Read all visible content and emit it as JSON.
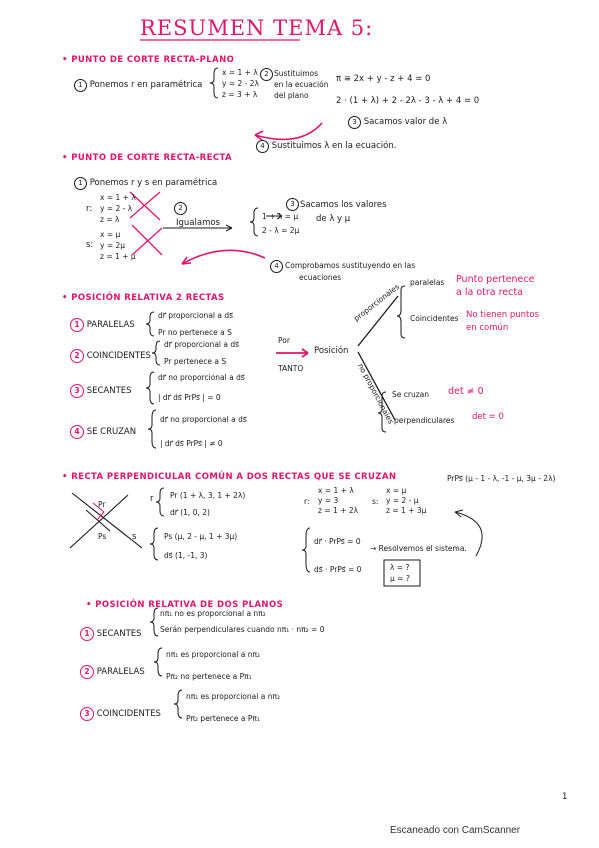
{
  "title": "RESUMEN TEMA 5:",
  "s1": {
    "heading": "PUNTO DE CORTE RECTA-PLANO",
    "n1": "1",
    "step1": "Ponemos r en paramétrica",
    "param": [
      "x = 1 + λ",
      "y = 2 - 2λ",
      "z = 3 + λ"
    ],
    "n2": "2",
    "step2": [
      "Sustituimos",
      "en la ecuación",
      "del plano"
    ],
    "eq1": "π ≡ 2x + y - z + 4 = 0",
    "eq2": "2 · (1 + λ) + 2 - 2λ - 3 - λ + 4 = 0",
    "n3": "3",
    "step3": "Sacamos valor de λ",
    "n4": "4",
    "step4": "Sustituimos λ en la ecuación."
  },
  "s2": {
    "heading": "PUNTO DE CORTE RECTA-RECTA",
    "n1": "1",
    "step1": "Ponemos r y s en paramétrica",
    "r_label": "r:",
    "r": [
      "x = 1 + λ",
      "y = 2 - λ",
      "z = λ"
    ],
    "s_label": "s:",
    "s": [
      "x = μ",
      "y = 2μ",
      "z = 1 + μ"
    ],
    "n2": "2",
    "step2": "Igualamos",
    "sys": [
      "1 + λ = μ",
      "2 - λ = 2μ"
    ],
    "n3": "3",
    "step3": [
      "Sacamos los valores",
      "de λ y μ"
    ],
    "n4": "4",
    "step4": [
      "Comprobamos sustituyendo en las",
      "ecuaciones"
    ]
  },
  "s3": {
    "heading": "POSICIÓN RELATIVA 2 RECTAS",
    "items": [
      {
        "n": "1",
        "name": "PARALELAS",
        "l1": "dr⃗ proporcional a ds⃗",
        "l2": "Pr no pertenece a S"
      },
      {
        "n": "2",
        "name": "COINCIDENTES",
        "l1": "dr⃗ proporcional a ds⃗",
        "l2": "Pr pertenece a S"
      },
      {
        "n": "3",
        "name": "SECANTES",
        "l1": "dr⃗ no proporcional a ds⃗",
        "l2": "| dr⃗ ds⃗ PrPs⃗ | = 0"
      },
      {
        "n": "4",
        "name": "SE CRUZAN",
        "l1": "dr⃗ no proporcional a ds⃗",
        "l2": "| dr⃗ ds⃗ PrPs⃗ | ≠ 0"
      }
    ],
    "por": "Por",
    "tanto": "TANTO",
    "posicion": "Posición",
    "proporcionales": "proporcionales",
    "no_proporcionales": "no proporcionales",
    "paralelas": "paralelas",
    "punto_pertenece": [
      "Punto pertenece",
      "a la otra recta"
    ],
    "coincidentes": "Coincidentes",
    "no_tienen": [
      "No tienen puntos",
      "en común"
    ],
    "se_cruzan": "Se cruzan",
    "det_ne": "det ≠ 0",
    "perpendiculares": "perpendiculares",
    "det_eq": "det = 0"
  },
  "s4": {
    "heading": "RECTA PERPENDICULAR COMÚN A DOS RECTAS QUE SE CRUZAN",
    "pr_label": "Pr",
    "ps_label": "Ps",
    "r": "r",
    "s": "s",
    "r_pt": "Pr (1 + λ, 3, 1 + 2λ)",
    "r_dir": "dr⃗ (1, 0, 2)",
    "s_pt": "Ps (μ, 2 - μ, 1 + 3μ)",
    "s_dir": "ds⃗ (1, -1, 3)",
    "prps": "PrPs⃗ (μ - 1 - λ, -1 - μ, 3μ - 2λ)",
    "r_eq": [
      "x = 1 + λ",
      "y = 3",
      "z = 1 + 2λ"
    ],
    "s_eq": [
      "x = μ",
      "y = 2 - μ",
      "z = 1 + 3μ"
    ],
    "dot1": "dr⃗ · PrPs⃗ = 0",
    "dot2": "ds⃗ · PrPs⃗ = 0",
    "resolve": "→ Resolvemos el sistema.",
    "lam": "λ = ?",
    "mu": "μ = ?"
  },
  "s5": {
    "heading": "POSICIÓN RELATIVA DE DOS PLANOS",
    "items": [
      {
        "n": "1",
        "name": "SECANTES",
        "l1": "nπ₁ no es proporcional a nπ₂",
        "l2": "Serán perpendiculares cuando nπ₁ · nπ₂ = 0"
      },
      {
        "n": "2",
        "name": "PARALELAS",
        "l1": "nπ₁ es proporcional a nπ₂",
        "l2": "Pπ₂ no pertenece a Pπ₁"
      },
      {
        "n": "3",
        "name": "COINCIDENTES",
        "l1": "nπ₁ es proporcional a nπ₂",
        "l2": "Pπ₂ pertenece a Pπ₁"
      }
    ]
  },
  "page_number": "1",
  "footer": "Escaneado con CamScanner"
}
